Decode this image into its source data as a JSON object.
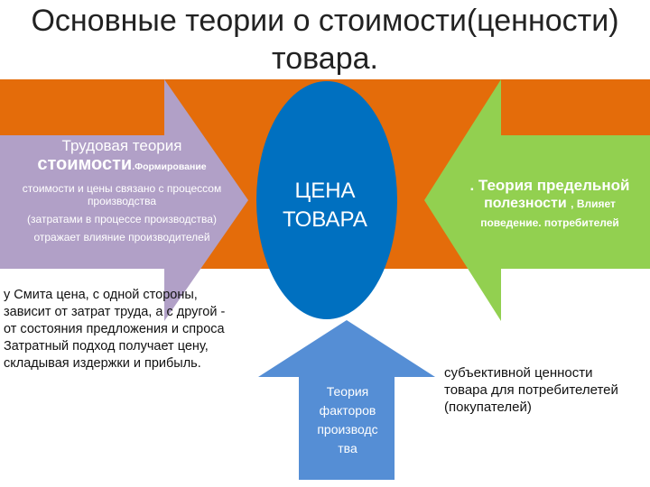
{
  "title": {
    "line1": "Основные теории о стоимости(ценности)",
    "line2": "товара."
  },
  "colors": {
    "orange": "#E46C0A",
    "purple": "#B1A0C7",
    "green": "#92D050",
    "blue_circle": "#0070C0",
    "blue_arrow": "#558ED5"
  },
  "labor_theory": {
    "heading": "Трудовая теория",
    "subheading": "стоимости",
    "subheading_tail": ".Формирование",
    "line1": "стоимости и цены связано с процессом производства",
    "line2": "(затратами в процессе производства)",
    "line3": "отражает влияние производителей"
  },
  "center": {
    "line1": "ЦЕНА",
    "line2": "ТОВАРА"
  },
  "marginal_theory": {
    "line1": ". Теория предельной",
    "line2": "полезности",
    "line2_tail": ", Влияет",
    "line3": "поведение. потребителей"
  },
  "factors_theory": {
    "lines": [
      "Теория",
      "факторов",
      "производс",
      "тва"
    ]
  },
  "smith_text": {
    "lines": [
      "у Смита цена, с одной стороны,",
      "зависит от затрат труда, а с другой -",
      "от состояния предложения и спроса",
      "Затратный подход получает цену,",
      "складывая издержки и прибыль."
    ]
  },
  "subjective_text": {
    "lines": [
      "субъективной ценности",
      "товара для  потребителетей",
      "(покупателей)"
    ]
  }
}
